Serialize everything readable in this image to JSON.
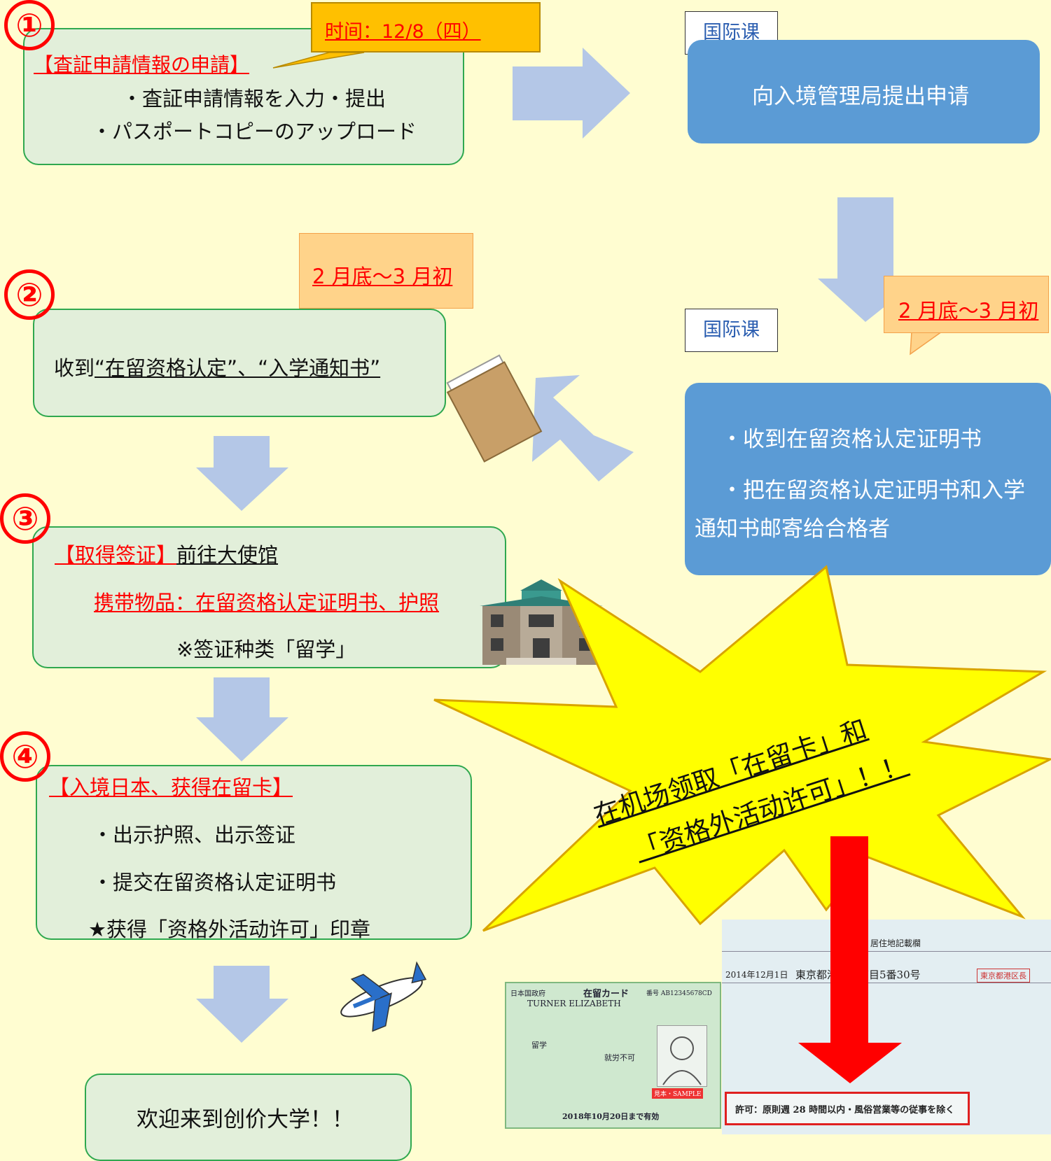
{
  "steps": {
    "s1": {
      "number": "①",
      "heading": "【査証申請情報の申請】",
      "items": [
        "・査証申請情報を入力・提出",
        "・パスポートコピーのアップロード"
      ],
      "time_callout": "时间：12/8（四）"
    },
    "s2": {
      "number": "②",
      "callout": "2 月底～3 月初",
      "text_prefix": "收到",
      "text_underlined": "“在留资格认定”、“入学通知书”"
    },
    "s3": {
      "number": "③",
      "heading_red": "【取得签证】",
      "heading_rest": "前往大使馆",
      "carry": "携带物品：在留资格认定证明书、护照",
      "note": "※签证种类「留学」"
    },
    "s4": {
      "number": "④",
      "heading": "【入境日本、获得在留卡】",
      "items": [
        "・出示护照、出示签证",
        "・提交在留资格认定证明书",
        "★获得「资格外活动许可」印章"
      ]
    },
    "final": {
      "text": "欢迎来到创价大学！！"
    }
  },
  "intl": {
    "label_top": "国际课",
    "box_top": "向入境管理局提出申请",
    "label_bottom": "国际课",
    "callout": "2 月底～3 月初",
    "bottom_items": [
      "・收到在留资格认定证明书",
      "・把在留资格认定证明书和入学",
      "通知书邮寄给合格者"
    ]
  },
  "burst": {
    "line1": "在机场领取「在留卡」和",
    "line2": "「资格外活动许可」！！"
  },
  "card": {
    "header_left": "日本国政府",
    "title": "在留カード",
    "number": "番号 AB12345678CD",
    "name": "TURNER ELIZABETH",
    "status": "留学",
    "work": "就労不可",
    "expiry": "2018年10月20日まで有効",
    "sample": "見本・SAMPLE"
  },
  "back": {
    "title": "居住地記載欄",
    "date": "2014年12月1日",
    "address": "東京都港区…丁目5番30号",
    "stamp": "東京都港区長",
    "permit": "許可：原則週 28 時間以内・風俗営業等の従事を除く"
  },
  "colors": {
    "background": "#fffdd1",
    "green_box": "#e2efda",
    "green_border": "#2fa84f",
    "blue_box": "#5b9bd5",
    "arrow": "#b4c7e7",
    "burst": "#ffff00",
    "red": "#ff0000"
  }
}
